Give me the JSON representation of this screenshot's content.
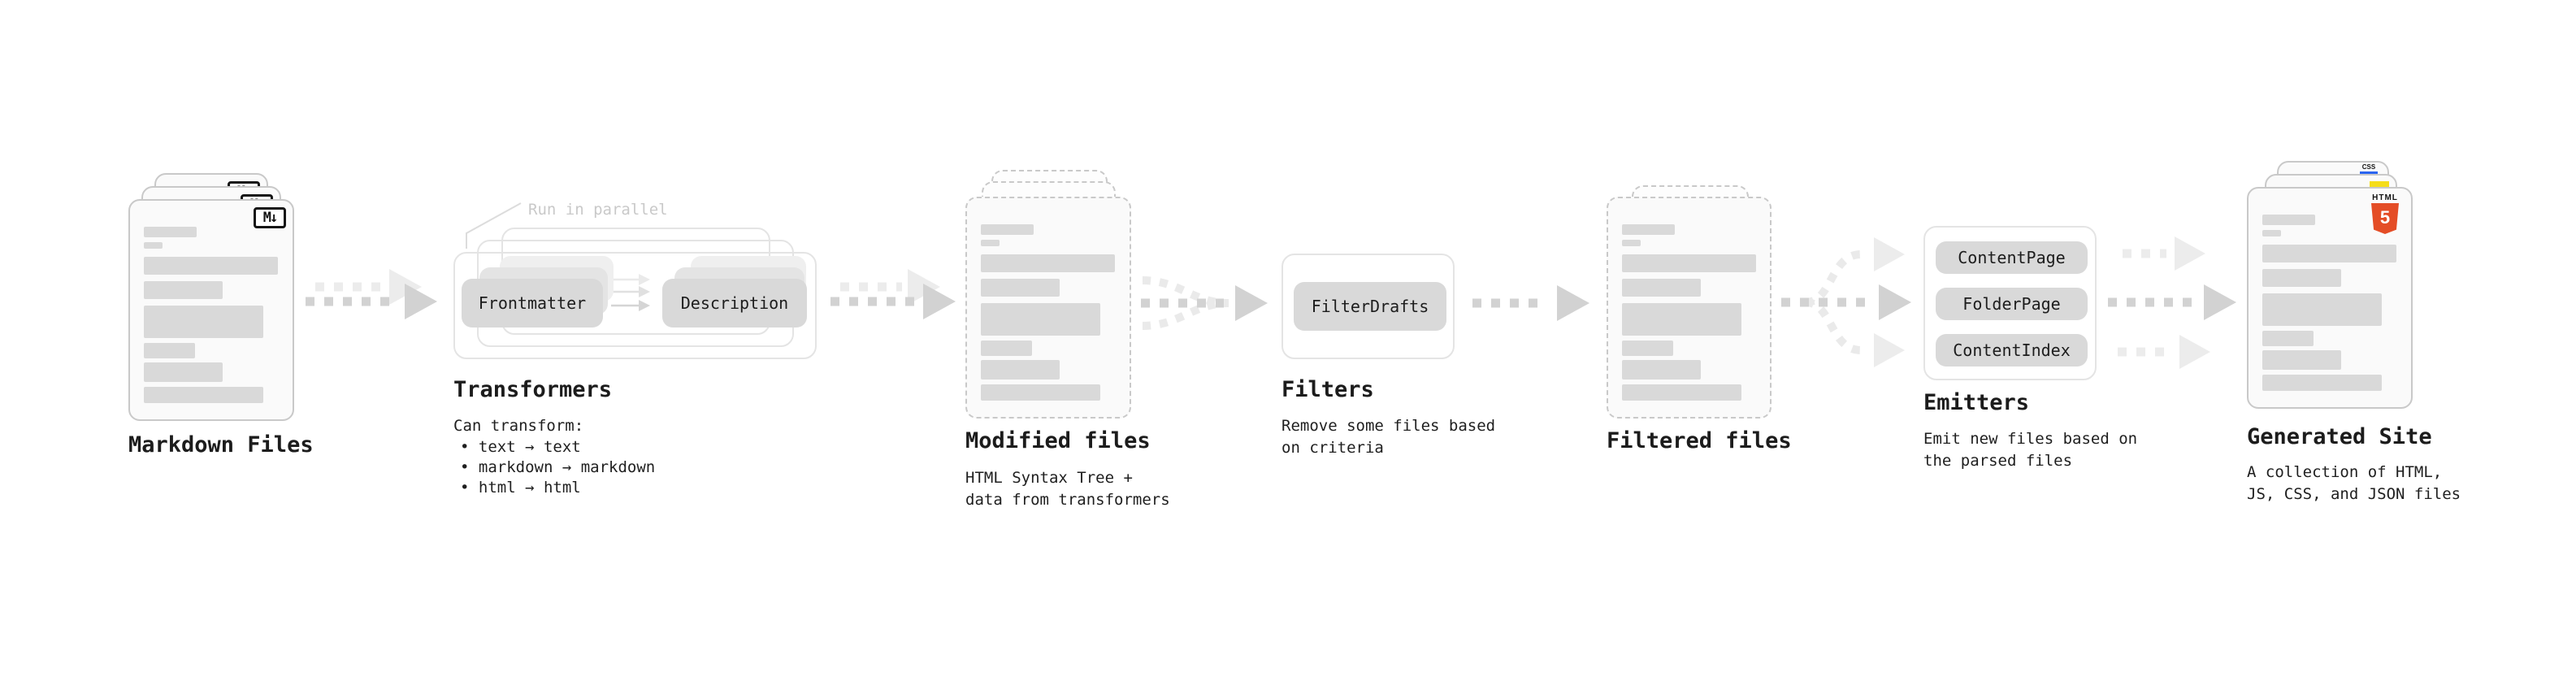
{
  "diagram": {
    "markdown_files": {
      "title": "Markdown Files",
      "file_icon": "M↓"
    },
    "transformers": {
      "callout": "Run in parallel",
      "pill_left": "Frontmatter",
      "pill_right": "Description",
      "title": "Transformers",
      "note_heading": "Can transform:",
      "bullets": [
        "• text → text",
        "• markdown → markdown",
        "• html → html"
      ]
    },
    "modified_files": {
      "title": "Modified files",
      "subtitle_lines": [
        "HTML Syntax Tree +",
        "data from transformers"
      ]
    },
    "filters": {
      "pill": "FilterDrafts",
      "title": "Filters",
      "subtitle_lines": [
        "Remove some files based",
        "on criteria"
      ]
    },
    "filtered_files": {
      "title": "Filtered files"
    },
    "emitters": {
      "pills": [
        "ContentPage",
        "FolderPage",
        "ContentIndex"
      ],
      "title": "Emitters",
      "subtitle_lines": [
        "Emit new files based on",
        "the parsed files"
      ]
    },
    "generated_site": {
      "title": "Generated Site",
      "subtitle_lines": [
        "A collection of HTML,",
        "JS, CSS, and JSON files"
      ],
      "css_badge": "CSS",
      "html_badge_label": "HTML",
      "html_badge_number": "5"
    }
  },
  "colors": {
    "background": "#ffffff",
    "text": "#1c1c1c",
    "muted": "#c9c9c9",
    "pill_bg": "#d9d9d9",
    "bar": "#d9d9d9",
    "card_bg": "#fafafa",
    "card_border": "#c9c9c9",
    "outline_border": "#e4e4e4",
    "arrow": "#d2d2d2",
    "arrow_light": "#ececec",
    "html5_orange": "#e44d26",
    "js_yellow": "#f5dd1a",
    "css_blue": "#2b65f0"
  }
}
